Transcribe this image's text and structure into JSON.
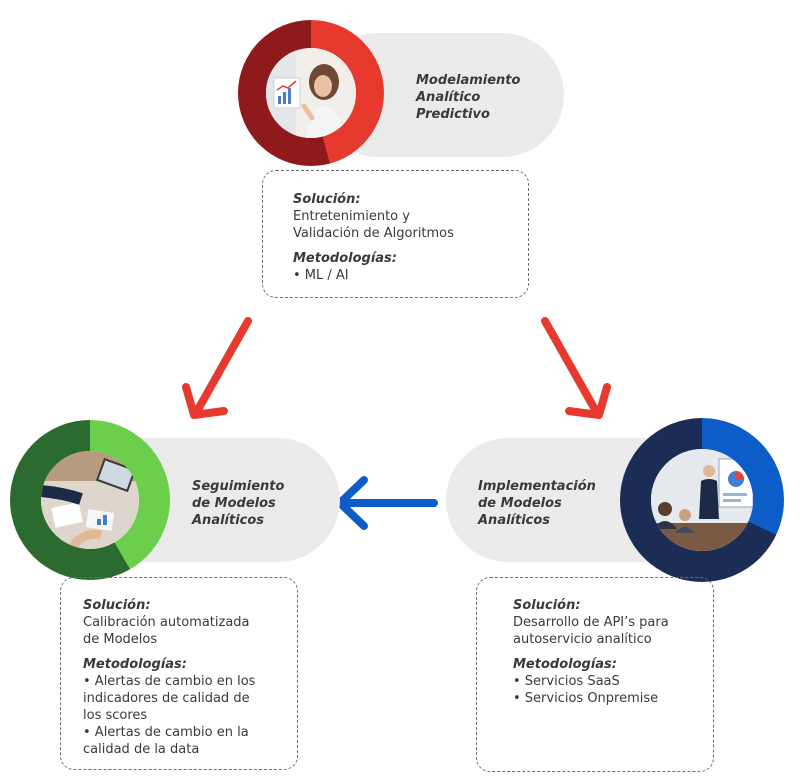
{
  "colors": {
    "red_dark": "#8e1a1c",
    "red": "#e63a2e",
    "green_dark": "#2c6b2f",
    "green": "#6ccf4b",
    "navy": "#1b2c55",
    "blue": "#0d5dc9",
    "arrow_red": "#e8392f",
    "arrow_blue": "#0d5dc9",
    "pill_gray": "#ebebeb"
  },
  "top": {
    "title": "Modelamiento\nAnalítico\nPredictivo",
    "solution_label": "Solución:",
    "solution_lines": [
      "Entretenimiento y",
      "Validación de Algoritmos"
    ],
    "methods_label": "Metodologías:",
    "methods_lines": [
      "• ML / AI"
    ]
  },
  "left": {
    "title": "Seguimiento\nde Modelos\nAnalíticos",
    "solution_label": "Solución:",
    "solution_lines": [
      "Calibración automatizada",
      "de Modelos"
    ],
    "methods_label": "Metodologías:",
    "methods_lines": [
      "• Alertas de cambio en los",
      "indicadores de calidad de",
      "los scores",
      "• Alertas de cambio en la",
      "calidad de la data"
    ]
  },
  "right": {
    "title": "Implementación\nde Modelos\nAnalíticos",
    "solution_label": "Solución:",
    "solution_lines": [
      "Desarrollo de API’s para",
      "autoservicio analítico"
    ],
    "methods_label": "Metodologías:",
    "methods_lines": [
      "• Servicios SaaS",
      "• Servicios Onpremise"
    ]
  }
}
